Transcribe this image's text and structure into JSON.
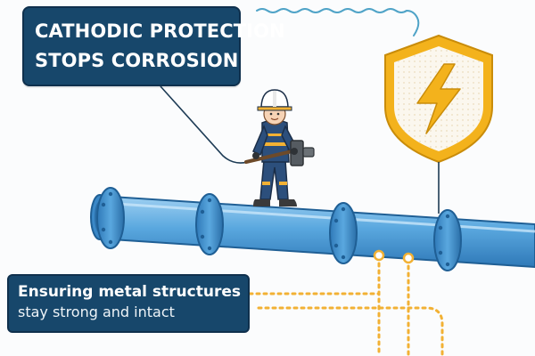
{
  "title": {
    "line1": "CATHODIC PROTECTION",
    "line2": "STOPS CORROSION"
  },
  "caption": {
    "main": "Ensuring metal structures",
    "sub": "stay strong and intact"
  },
  "icons": {
    "shield": "shield-lightning-icon",
    "worker": "worker-with-hammer-icon",
    "pipeline": "pipeline-icon"
  },
  "colors": {
    "panel": "#17476b",
    "pipe": "#5aa8df",
    "shield_gold": "#f3b21c",
    "dotted_line": "#f2b134"
  }
}
